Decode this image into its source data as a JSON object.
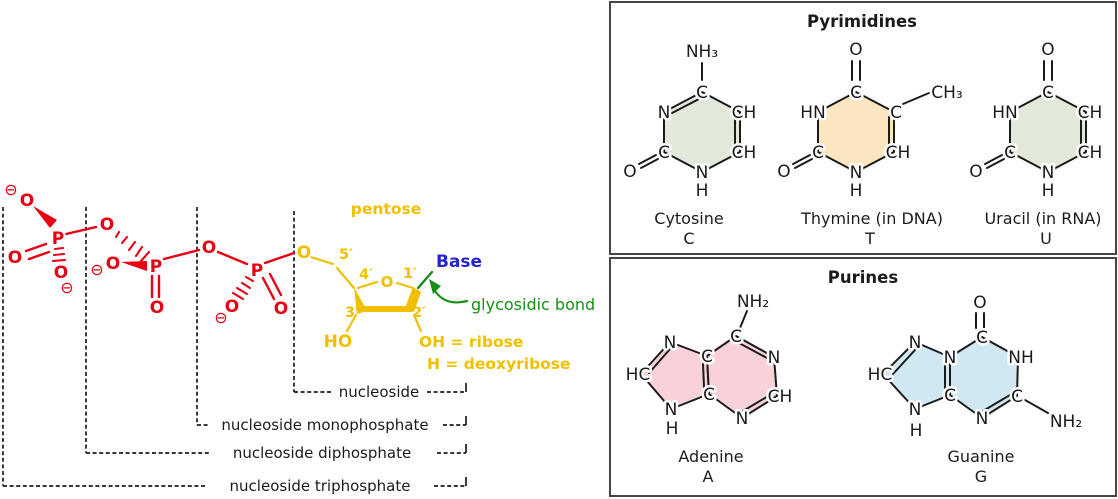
{
  "colors": {
    "phosphate_red": "#e60012",
    "pentose_gold": "#f0c000",
    "base_blue": "#2424cc",
    "glycosidic_green": "#169016",
    "ink": "#1b1b1b",
    "cytosine_fill": "#e3e9da",
    "thymine_fill": "#fbe6c0",
    "uracil_fill": "#e3e9da",
    "adenine_fill": "#f8d2d8",
    "guanine_fill": "#cfe8f2"
  },
  "nucleotide": {
    "pentose_label": "pentose",
    "base_label": "Base",
    "glycosidic_bond_label": "glycosidic bond",
    "sugar": {
      "ho": "HO",
      "oh_ribose": "OH = ribose",
      "h_deoxyribose": "H = deoxyribose",
      "ring_o": "O",
      "c5": "5′",
      "c4": "4′",
      "c3": "3′",
      "c2": "2′",
      "c1": "1′"
    },
    "atoms": {
      "p": "P",
      "o": "O",
      "minus": "⊖"
    },
    "brackets": {
      "nucleoside": "nucleoside",
      "mono": "nucleoside monophosphate",
      "di": "nucleoside diphosphate",
      "tri": "nucleoside triphosphate"
    }
  },
  "pyrimidines": {
    "title": "Pyrimidines",
    "cytosine": {
      "name": "Cytosine",
      "letter": "C",
      "amine": "NH₃",
      "atoms": {
        "top": "C",
        "ul": "N",
        "ur": "CH",
        "lr": "CH",
        "b": "N",
        "h": "H",
        "ll": "C",
        "o_left": "O"
      }
    },
    "thymine": {
      "name": "Thymine (in DNA)",
      "letter": "T",
      "o_top": "O",
      "methyl": "CH₃",
      "atoms": {
        "top": "C",
        "ul": "HN",
        "ur": "C",
        "lr": "CH",
        "b": "N",
        "h": "H",
        "ll": "C",
        "o_left": "O"
      }
    },
    "uracil": {
      "name": "Uracil (in RNA)",
      "letter": "U",
      "o_top": "O",
      "atoms": {
        "top": "C",
        "ul": "HN",
        "ur": "CH",
        "lr": "CH",
        "b": "N",
        "h": "H",
        "ll": "C",
        "o_left": "O"
      }
    }
  },
  "purines": {
    "title": "Purines",
    "adenine": {
      "name": "Adenine",
      "letter": "A",
      "amine": "NH₂",
      "atoms": {
        "n_tl": "N",
        "hc": "HC",
        "n_bl": "N",
        "h": "H",
        "c_jt": "C",
        "c_jb": "C",
        "c_am": "C",
        "n_r": "N",
        "ch_r": "CH",
        "n_b": "N"
      }
    },
    "guanine": {
      "name": "Guanine",
      "letter": "G",
      "amine": "NH₂",
      "o_top": "O",
      "atoms": {
        "n_tl": "N",
        "hc": "HC",
        "n_bl": "N",
        "h": "H",
        "n_jt": "N",
        "c_jb": "C",
        "c_top": "C",
        "nh_r": "NH",
        "c_r": "C",
        "n_b": "N"
      }
    }
  }
}
